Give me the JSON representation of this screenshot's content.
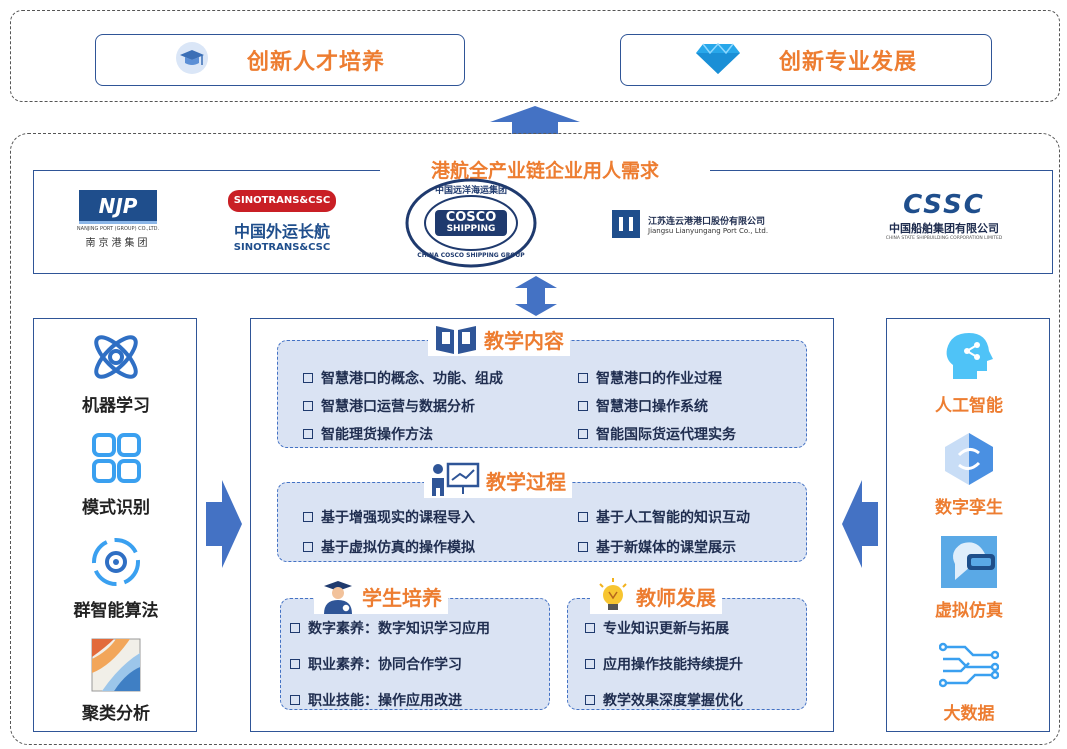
{
  "goals": [
    {
      "label": "创新人才培养",
      "icon": "graduation-cap-icon"
    },
    {
      "label": "创新专业发展",
      "icon": "diamond-icon"
    }
  ],
  "demand": {
    "title": "港航全产业链企业用人需求",
    "logos": [
      {
        "main": "NJP",
        "sub": "NANJING PORT (GROUP) CO.,LTD.",
        "cn": "南京港集团"
      },
      {
        "main": "SINOTRANS&CSC",
        "cn": "中国外运长航",
        "en": "SINOTRANS&CSC"
      },
      {
        "main": "COSCO",
        "sub": "SHIPPING",
        "ring_top": "中国远洋海运集团",
        "ring_bottom": "CHINA COSCO SHIPPING GROUP"
      },
      {
        "cn": "江苏连云港港口股份有限公司",
        "en": "Jiangsu Lianyungang Port Co., Ltd."
      },
      {
        "main": "CSSC",
        "cn": "中国船舶集团有限公司",
        "en": "CHINA STATE SHIPBUILDING CORPORATION LIMITED"
      }
    ]
  },
  "left_items": [
    {
      "label": "机器学习",
      "icon": "atom-icon"
    },
    {
      "label": "模式识别",
      "icon": "grid-icon"
    },
    {
      "label": "群智能算法",
      "icon": "swarm-icon"
    },
    {
      "label": "聚类分析",
      "icon": "cluster-icon"
    }
  ],
  "right_items": [
    {
      "label": "人工智能",
      "icon": "ai-head-icon"
    },
    {
      "label": "数字孪生",
      "icon": "digital-twin-icon"
    },
    {
      "label": "虚拟仿真",
      "icon": "vr-headset-icon"
    },
    {
      "label": "大数据",
      "icon": "big-data-icon"
    }
  ],
  "teaching_content": {
    "title": "教学内容",
    "items": [
      "智慧港口的概念、功能、组成",
      "智慧港口的作业过程",
      "智慧港口运营与数据分析",
      "智慧港口操作系统",
      "智能理货操作方法",
      "智能国际货运代理实务"
    ]
  },
  "teaching_process": {
    "title": "教学过程",
    "items": [
      "基于增强现实的课程导入",
      "基于人工智能的知识互动",
      "基于虚拟仿真的操作模拟",
      "基于新媒体的课堂展示"
    ]
  },
  "student": {
    "title": "学生培养",
    "items": [
      "数字素养：数字知识学习应用",
      "职业素养：协同合作学习",
      "职业技能：操作应用改进"
    ]
  },
  "teacher": {
    "title": "教师发展",
    "items": [
      "专业知识更新与拓展",
      "应用操作技能持续提升",
      "教学效果深度掌握优化"
    ]
  },
  "colors": {
    "accent": "#ed7d31",
    "border": "#2f5597",
    "panel": "#dae3f3",
    "arrow": "#4472c4"
  }
}
